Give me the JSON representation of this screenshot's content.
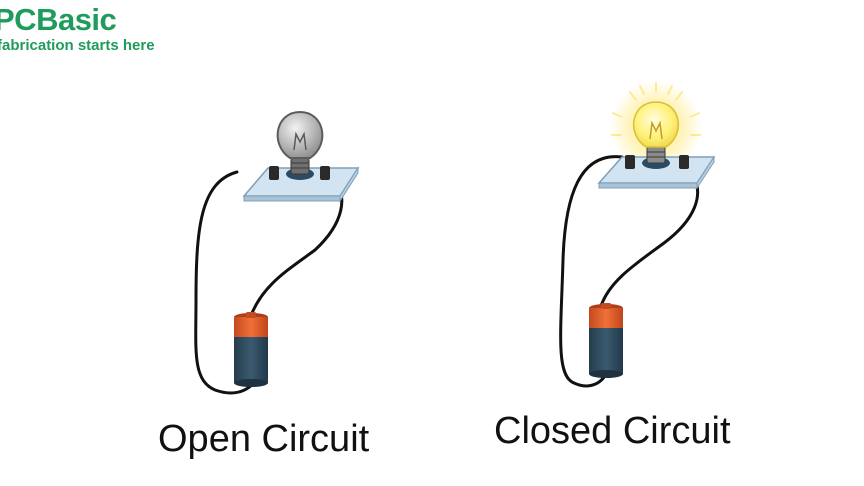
{
  "logo": {
    "brand": "PCBasic",
    "tagline": "fabrication starts here",
    "brand_color": "#1f9c5c"
  },
  "circuits": [
    {
      "label": "Open Circuit",
      "bulb_lit": false
    },
    {
      "label": "Closed Circuit",
      "bulb_lit": true
    }
  ],
  "colors": {
    "wire": "#111111",
    "battery_body": "#2f4a5c",
    "battery_cap": "#e0592a",
    "base_plate": "#cfe2f0",
    "bulb_off": "#b9b9b9",
    "bulb_on": "#fff27a"
  }
}
